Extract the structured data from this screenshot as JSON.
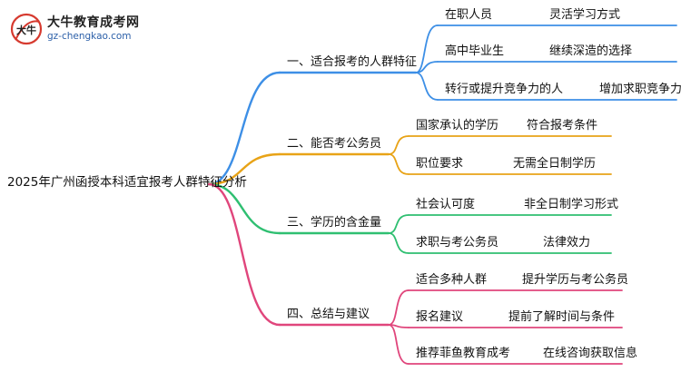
{
  "logo": {
    "title": "大牛教育成考网",
    "url": "gz-chengkao.com",
    "mark_glyph": "大牛"
  },
  "mindmap": {
    "root": "2025年广州函授本科适宜报考人群特征分析",
    "branches": [
      {
        "label": "一、适合报考的人群特征",
        "color": "#3d8fe6",
        "children": [
          {
            "left": "在职人员",
            "right": "灵活学习方式"
          },
          {
            "left": "高中毕业生",
            "right": "继续深造的选择"
          },
          {
            "left": "转行或提升竞争力的人",
            "right": "增加求职竞争力"
          }
        ]
      },
      {
        "label": "二、能否考公务员",
        "color": "#e8a317",
        "children": [
          {
            "left": "国家承认的学历",
            "right": "符合报考条件"
          },
          {
            "left": "职位要求",
            "right": "无需全日制学历"
          }
        ]
      },
      {
        "label": "三、学历的含金量",
        "color": "#2fbf71",
        "children": [
          {
            "left": "社会认可度",
            "right": "非全日制学习形式"
          },
          {
            "left": "求职与考公务员",
            "right": "法律效力"
          }
        ]
      },
      {
        "label": "四、总结与建议",
        "color": "#e0467c",
        "children": [
          {
            "left": "适合多种人群",
            "right": "提升学历与考公务员"
          },
          {
            "left": "报名建议",
            "right": "提前了解时间与条件"
          },
          {
            "left": "推荐菲鱼教育成考",
            "right": "在线咨询获取信息"
          }
        ]
      }
    ]
  }
}
